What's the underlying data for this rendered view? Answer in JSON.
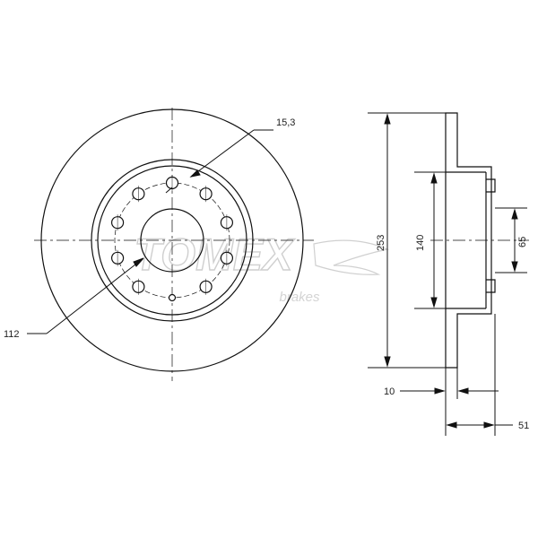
{
  "watermark": {
    "brand": "TOMEX",
    "tagline": "brakes"
  },
  "dimensions": {
    "hole_diameter": "15,3",
    "bolt_circle": "112",
    "outer_diameter": "253",
    "hub_diameter": "140",
    "center_bore": "65",
    "disc_thickness": "10",
    "total_height": "51"
  },
  "colors": {
    "line": "#111111",
    "watermark": "#d4d4d4"
  }
}
